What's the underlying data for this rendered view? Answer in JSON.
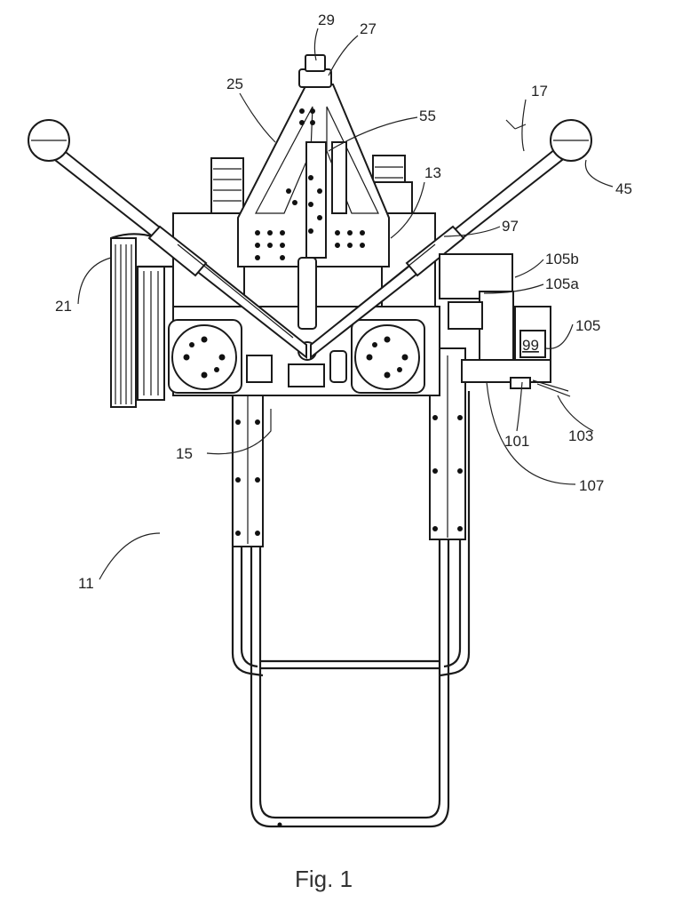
{
  "figure": {
    "caption": "Fig. 1",
    "labels": {
      "l29": "29",
      "l27": "27",
      "l25": "25",
      "l55": "55",
      "l17": "17",
      "l45": "45",
      "l13": "13",
      "l97": "97",
      "l105b": "105b",
      "l105a": "105a",
      "l105": "105",
      "l99": "99",
      "l21": "21",
      "l101": "101",
      "l103": "103",
      "l15": "15",
      "l107": "107",
      "l11": "11"
    }
  }
}
